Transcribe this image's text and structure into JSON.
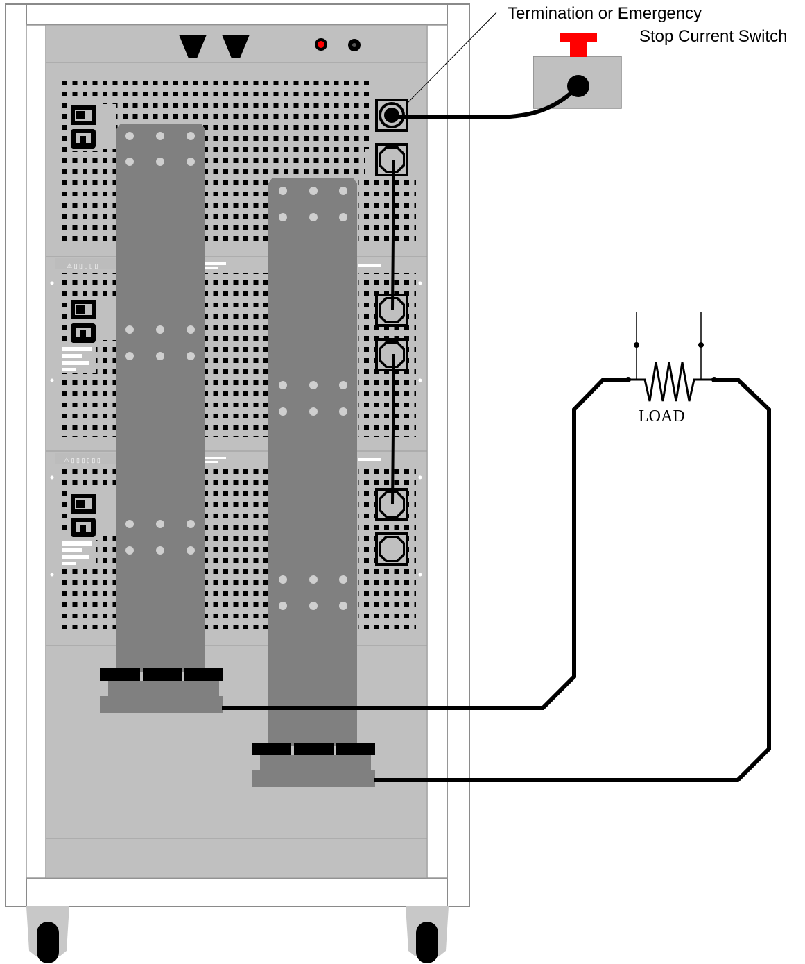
{
  "labels": {
    "switch_line1": "Termination or Emergency",
    "switch_line2": "Stop Current Switch",
    "load": "LOAD"
  },
  "colors": {
    "frame": "#ffffff",
    "frame_stroke": "#7f7f7f",
    "panel": "#c0c0c0",
    "busbar": "#808080",
    "dark_busbar": "#6e6e6e",
    "vent_dot": "#000000",
    "cable": "#000000",
    "switch_button": "#ff0000",
    "switch_box": "#c0c0c0"
  },
  "modules": {
    "count": 3,
    "connectors_wired": 5,
    "connectors_unwired": 1
  },
  "icons": {
    "power_switch": "power-switch-icon",
    "connector": "connector-icon",
    "red_binding_post": "red-terminal-icon",
    "black_binding_post": "black-terminal-icon",
    "fan": "fan-icon",
    "caster": "caster-wheel-icon",
    "resistor": "resistor-icon",
    "emergency_button": "emergency-stop-icon"
  }
}
